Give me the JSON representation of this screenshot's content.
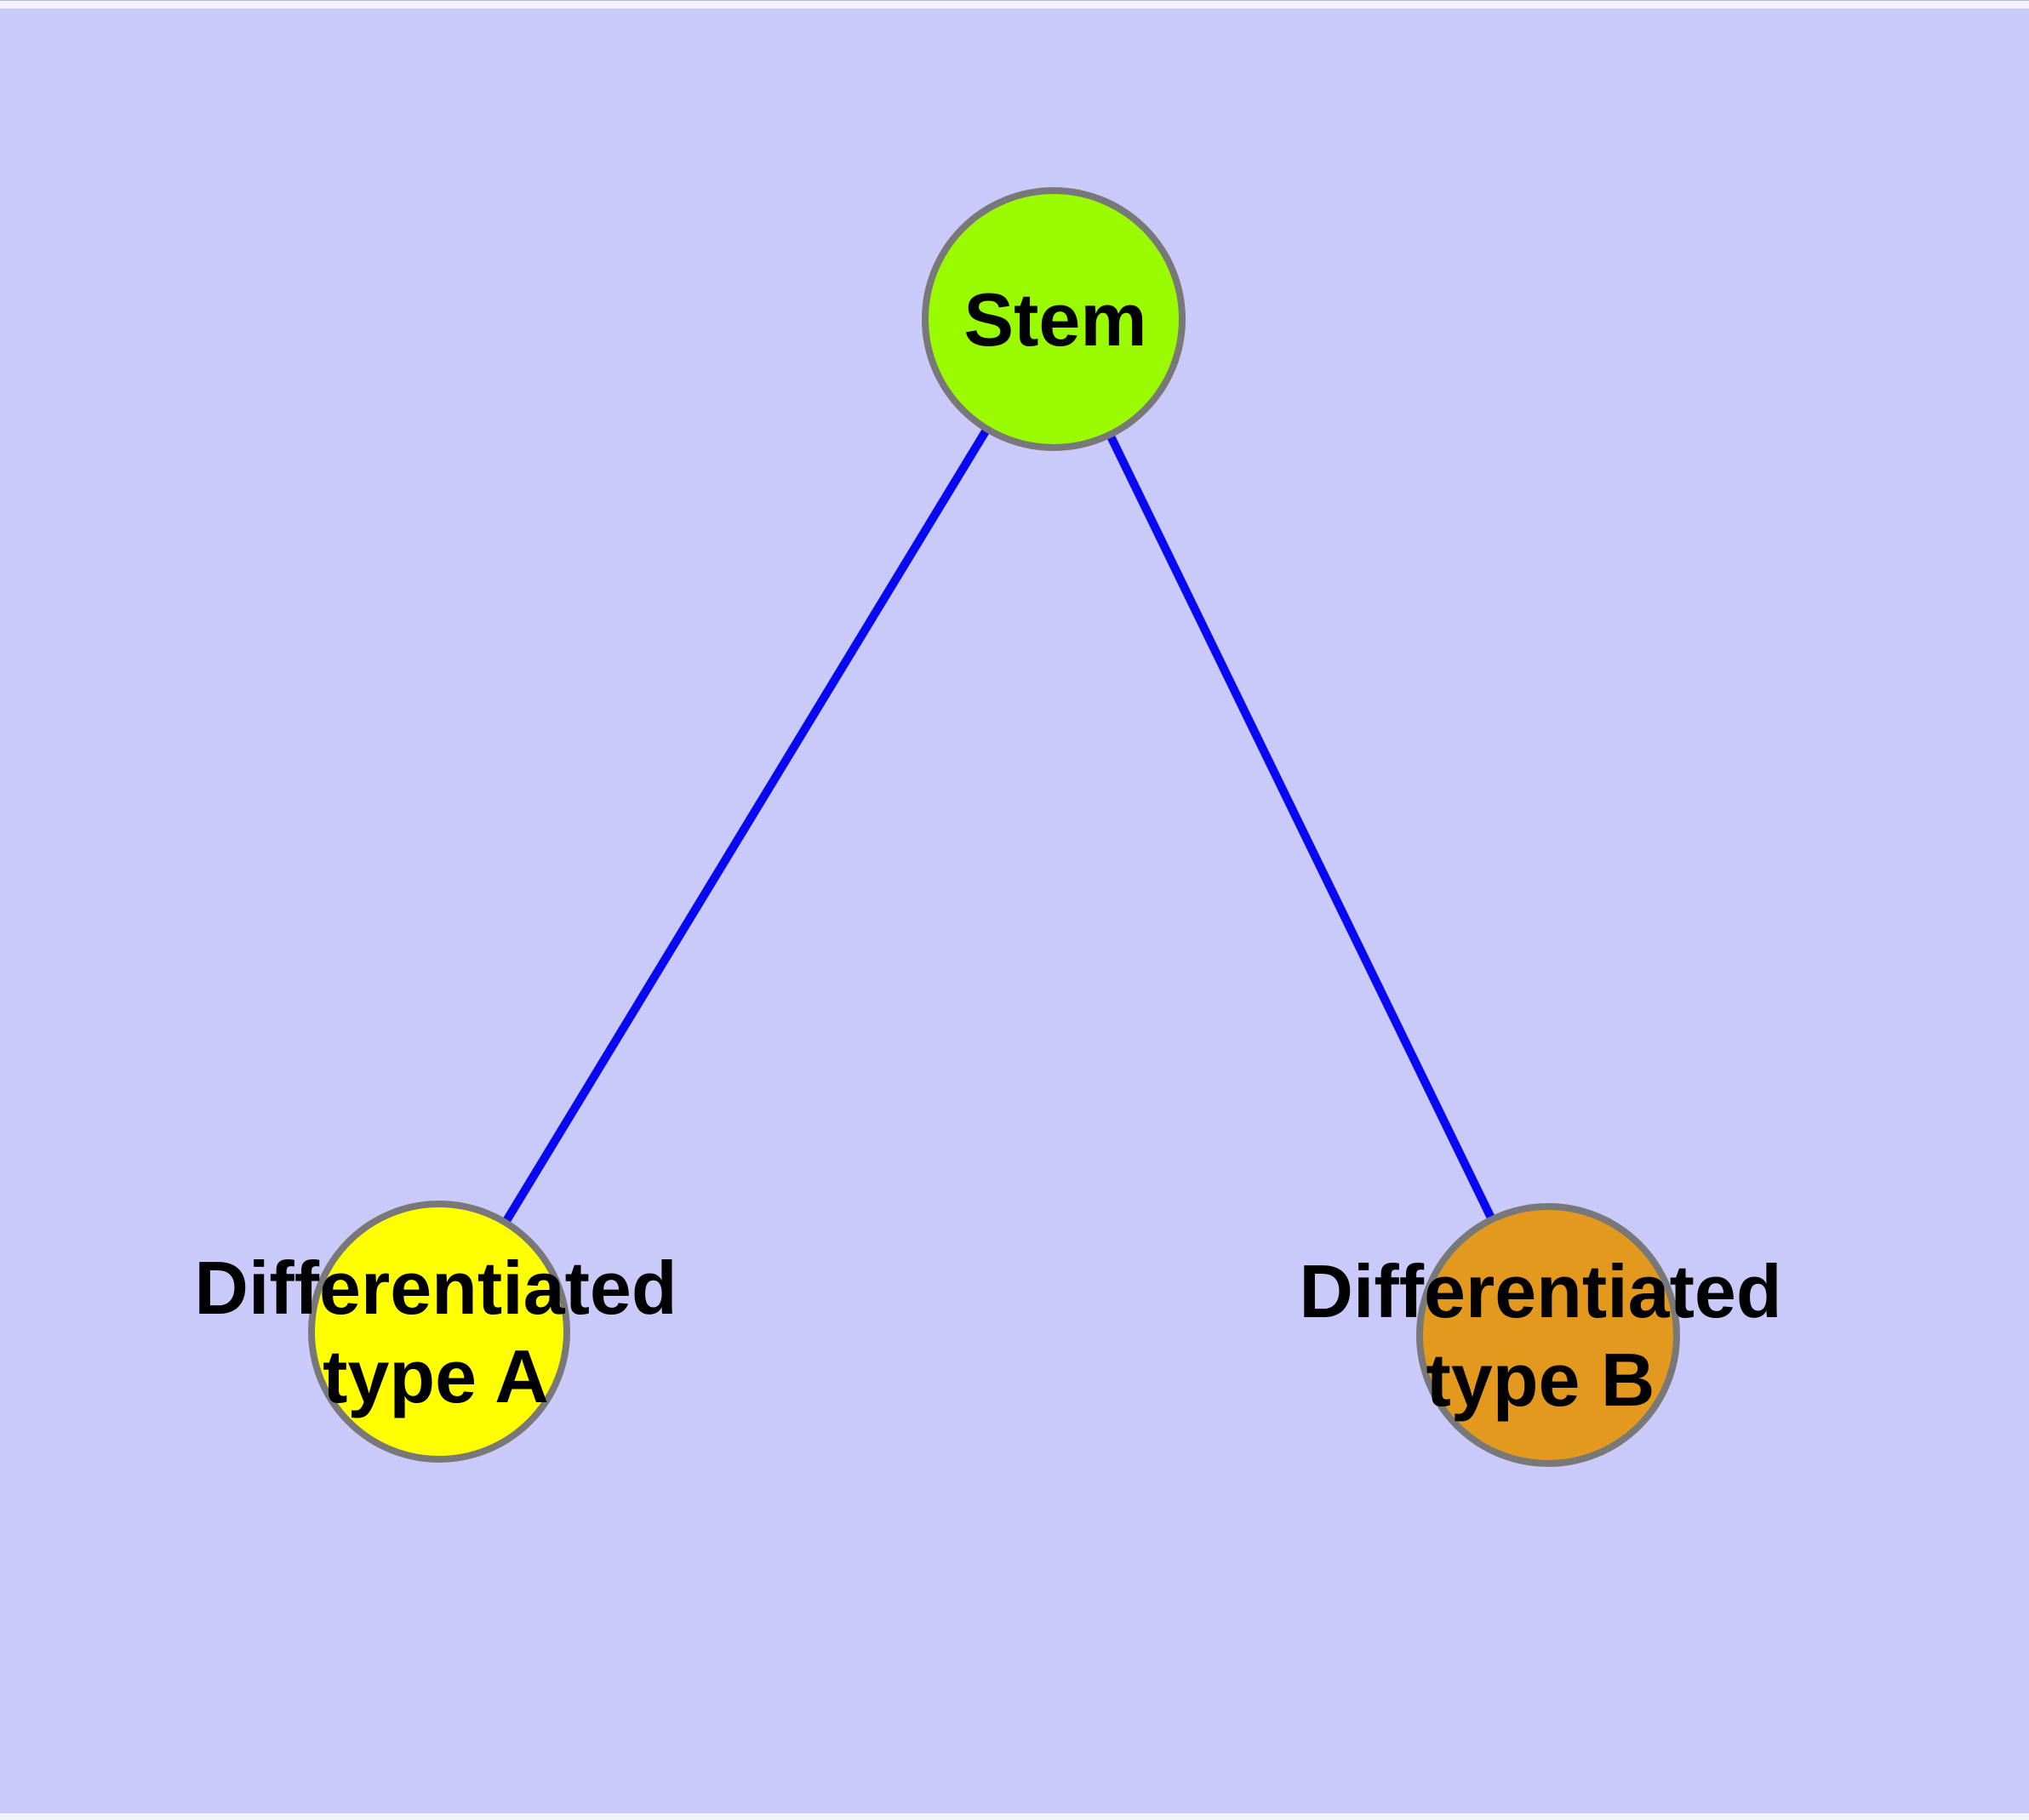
{
  "figure": {
    "background_color": "#C9C9FA",
    "margin_color": "#F2F2FC",
    "edge_color": "#0808F2",
    "node_border_color": "#787878",
    "label_color": "#000000",
    "nodes": [
      {
        "id": "stem",
        "label": "Stem",
        "fill": "#9AFB00"
      },
      {
        "id": "diff-a",
        "label": "Differentiated\ntype A",
        "fill": "#FFFF00"
      },
      {
        "id": "diff-b",
        "label": "Differentiated\ntype B",
        "fill": "#E3991E"
      }
    ],
    "edges": [
      {
        "from": "stem",
        "to": "diff-a"
      },
      {
        "from": "stem",
        "to": "diff-b"
      }
    ]
  }
}
